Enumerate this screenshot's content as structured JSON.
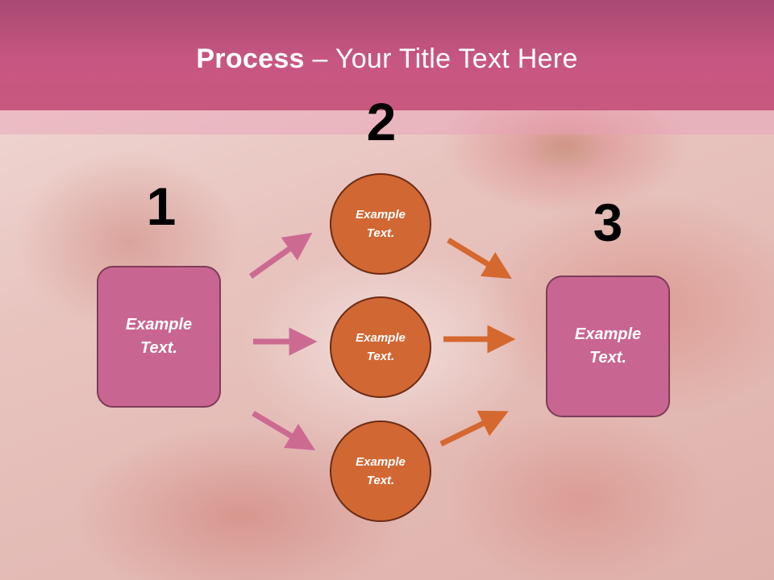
{
  "slide": {
    "title_bold": "Process",
    "title_rest": " – Your Title Text Here"
  },
  "steps": {
    "step1_number": "1",
    "step2_number": "2",
    "step3_number": "3"
  },
  "boxes": {
    "left": {
      "line1": "Example",
      "line2": "Text."
    },
    "right": {
      "line1": "Example",
      "line2": "Text."
    }
  },
  "circles": [
    {
      "line1": "Example",
      "line2": "Text."
    },
    {
      "line1": "Example",
      "line2": "Text."
    },
    {
      "line1": "Example",
      "line2": "Text."
    }
  ],
  "colors": {
    "banner": "#c75682",
    "box_fill": "#c96591",
    "circle_fill": "#d16733",
    "pink_arrow": "#cc6a92",
    "orange_arrow": "#d4682f"
  }
}
